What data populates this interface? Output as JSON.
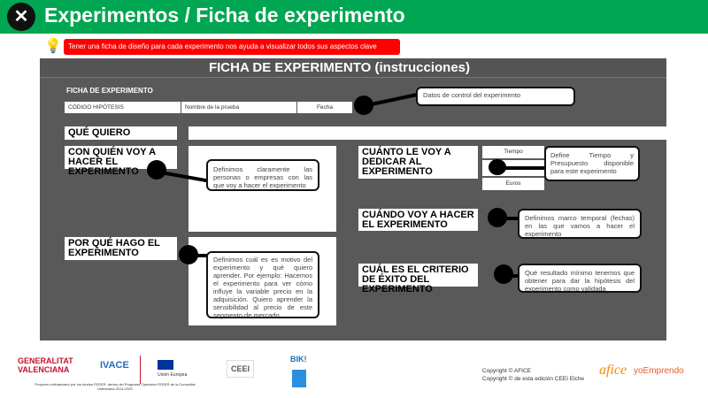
{
  "header": {
    "title": "Experimentos / Ficha de experimento",
    "icon": "tools-icon"
  },
  "tip": {
    "icon": "lightbulb-icon",
    "text": "Tener una ficha de diseño para cada experimento nos ayuda a visualizar todos sus aspectos clave"
  },
  "panel": {
    "title": "FICHA DE EXPERIMENTO (instrucciones)"
  },
  "form": {
    "heading": "FICHA DE EXPERIMENTO",
    "codigo": "CÓDIGO HIPÓTESIS",
    "nombre": "Nombre de la prueba",
    "fecha": "Fecha",
    "que_quiero": "QUÉ QUIERO",
    "con_quien": "CON QUIÉN VOY A HACER EL EXPERIMENTO",
    "por_que": "POR QUÉ HAGO EL EXPERIMENTO",
    "cuanto": "CUÁNTO LE VOY A DEDICAR AL EXPERIMENTO",
    "tiempo": "Tiempo",
    "euros": "Euros",
    "cuando": "CUÁNDO VOY A HACER EL EXPERIMENTO",
    "criterio": "CUÁL ES EL CRITERIO DE ÉXITO DEL EXPERIMENTO"
  },
  "callouts": {
    "control": "Datos de control del experimento",
    "con_quien": "Definimos claramente las personas o empresas con las que voy a hacer el experimento",
    "por_que": "Definimos cuál es es motivo del experimento y qué quiero aprender. Por ejemplo: Hacemos el experimento para ver cómo influye la variable precio en la adquisición. Quiero aprender la sensibilidad al precio de este segmento de mercado",
    "cuanto": "Define Tiempo y Presupuesto disponible para este experimento",
    "cuando": "Definimos marco temporal (fechas) en las que vamos a hacer el experimento",
    "criterio": "Qué resultado mínimo tenemos que obtener para dar la hipótesis del experimento como validada"
  },
  "footer": {
    "logos": [
      "GENERALITAT VALENCIANA",
      "IVACE",
      "Unión Europea",
      "CEEI",
      "BIK!"
    ],
    "funding": "Proyecto cofinanciado por los fondos FEDER, dentro del Programa Operativo FEDER de la Comunitat Valenciana 2014-2020",
    "copyright1": "Copyright © AFICE",
    "copyright2": "Copyright © de esta edición CEEI Elche",
    "brand1": "afice",
    "brand2": "yoEmprendo"
  }
}
